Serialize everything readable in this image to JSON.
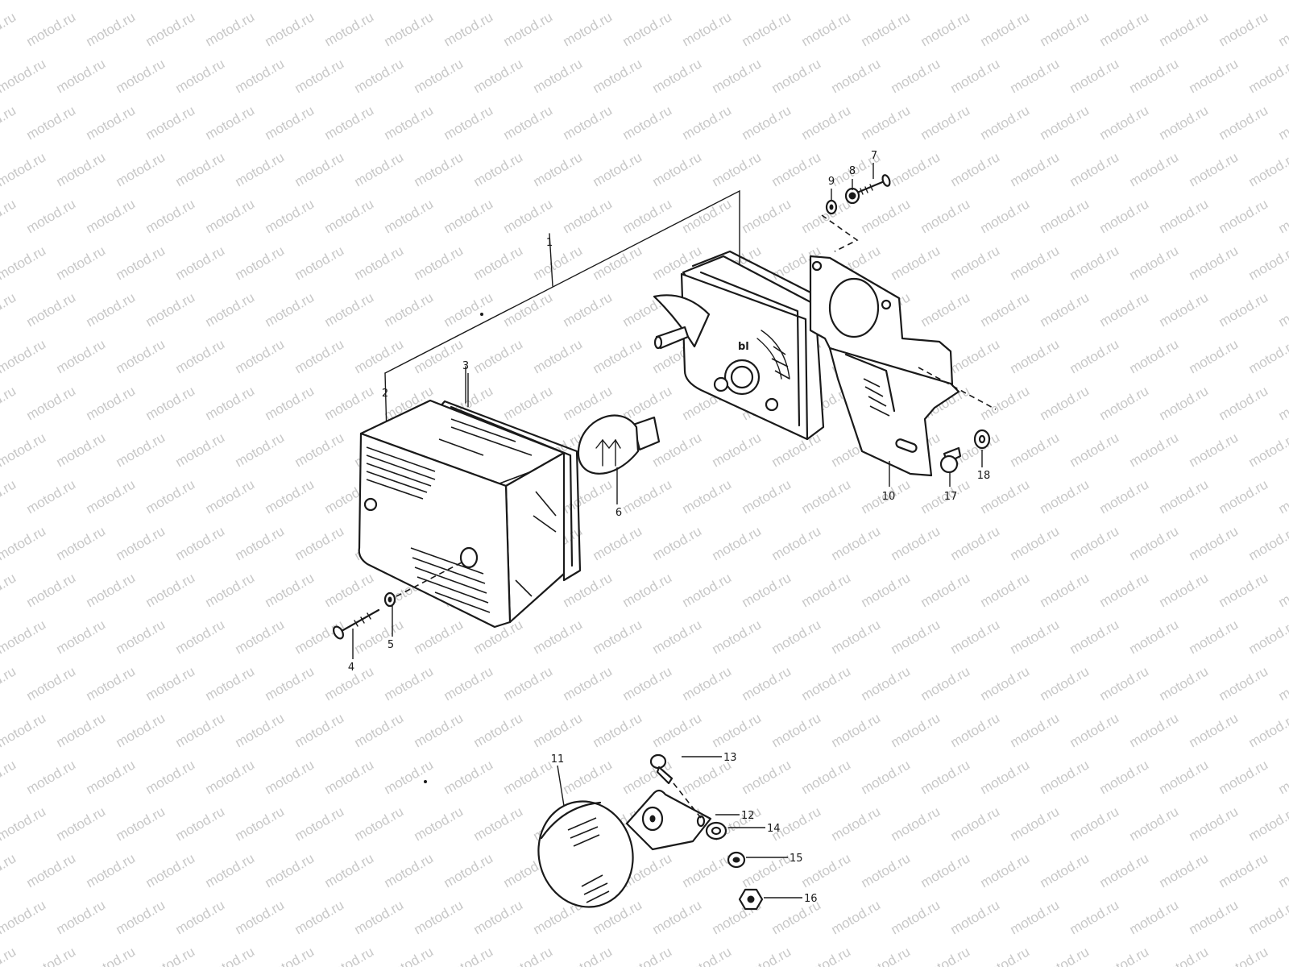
{
  "watermark": {
    "text": "motod.ru",
    "color": "#c8c8c8"
  },
  "ink_color": "#1a1a1a",
  "callouts": [
    "1",
    "2",
    "3",
    "4",
    "5",
    "6",
    "7",
    "8",
    "9",
    "10",
    "11",
    "12",
    "13",
    "14",
    "15",
    "16",
    "17",
    "18"
  ]
}
